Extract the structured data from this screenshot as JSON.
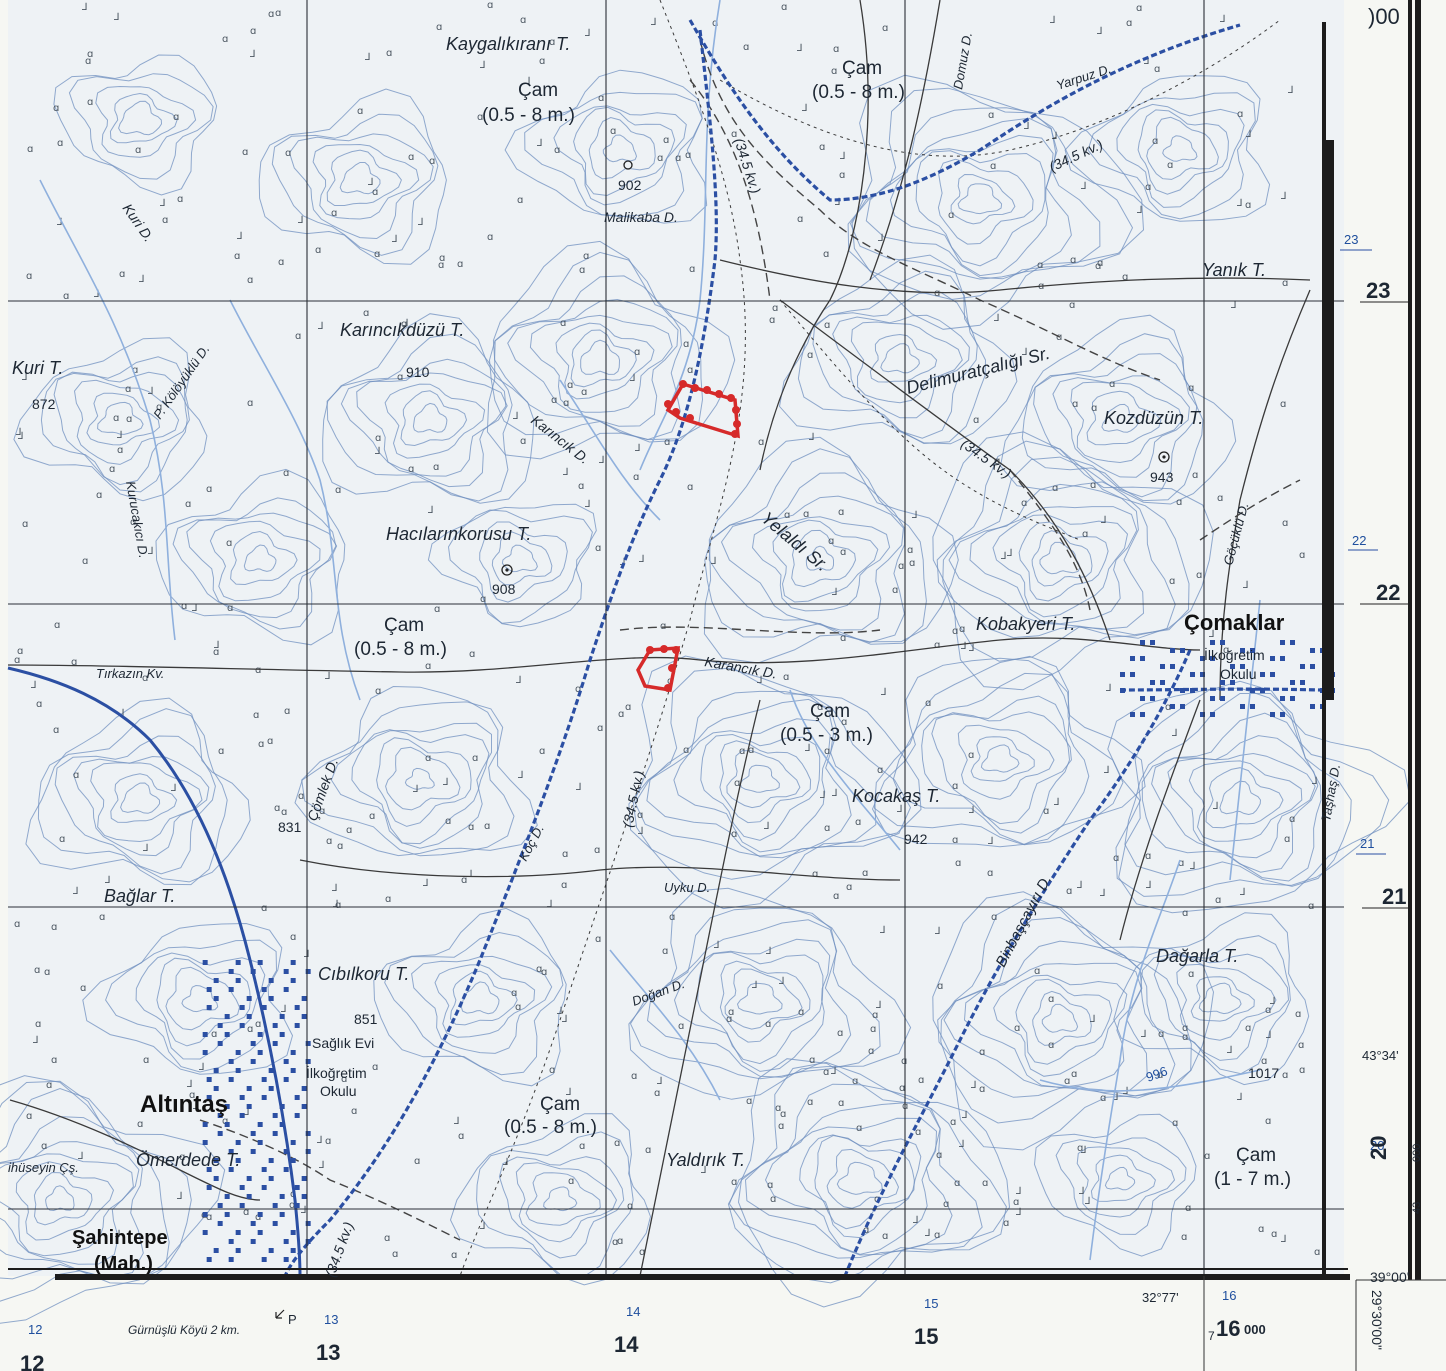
{
  "map": {
    "corner_label_top_right": ")00",
    "grid_easting_labels_bottom_large": [
      "12",
      "13",
      "14",
      "15"
    ],
    "grid_easting_labels_bottom_small": [
      "12",
      "13",
      "14",
      "15",
      "16"
    ],
    "easting_full": "16",
    "easting_prefix": "7",
    "easting_suffix": "000",
    "grid_northing_labels_right_large": [
      "23",
      "22",
      "21"
    ],
    "grid_northing_labels_right_small": [
      "23",
      "22",
      "21",
      "20"
    ],
    "northing_full": "20",
    "northing_prefix": "43",
    "northing_suffix": "000",
    "coord_lat": "39°00'",
    "coord_lon": "29°30'00\"",
    "coord_mid_bottom": "32°77'",
    "coord_mid_right": "43°34'",
    "gumuslu_label": "Gürnüşlü Köyü 2 km.",
    "gumuslu_letter": "P",
    "parcels_color": "#d62a2a",
    "water_color": "#2b4fa3",
    "contour_color": "#6f8fbf"
  },
  "places": {
    "kaygalikirani": "Kaygalıkıranı T.",
    "cam_nw_1": "Çam",
    "cam_nw_1_range": "(0.5 - 8 m.)",
    "cam_ne": "Çam",
    "cam_ne_range": "(0.5 - 8 m.)",
    "domuz": "Domuz D.",
    "yarpuz": "Yarpuz D.",
    "kv_ne": "(34.5 kv.)",
    "kv_n": "(34.5 kv.)",
    "peak_902": "902",
    "malikaba": "Malikaba D.",
    "kuri_d": "Kuri D.",
    "kuri_t": "Kuri T.",
    "peak_872": "872",
    "kolo": "P. Kölöyüklü D.",
    "karincikduzu": "Karıncıkdüzü T.",
    "peak_910": "910",
    "delimurat": "Delimuratçalığı Sr.",
    "kozduzun": "Kozdüzün T.",
    "peak_943": "943",
    "yanik": "Yanık T.",
    "karincik_d_upper": "Karıncık D.",
    "kv_mid": "(34.5 kv.)",
    "haci": "Hacılarınkorusu T.",
    "peak_908": "908",
    "yelaldi": "Yelaldı Sr.",
    "gocuk": "Göçüklü D.",
    "kurucakici": "Kurucakıcı D.",
    "cam_w": "Çam",
    "cam_w_range": "(0.5 - 8 m.)",
    "kobakyeri": "Kobakyeri T.",
    "comaklar": "Çomaklar",
    "ilkogretim_c1": "İlkoğretim",
    "ilkogretim_c2": "Okulu",
    "karancik_d": "Karancık D.",
    "tirkazi": "Tırkazın Kv.",
    "cam_mid": "Çam",
    "cam_mid_range": "(0.5 - 3 m.)",
    "kv_south": "(34.5 kv.)",
    "comlek": "Çömlek D.",
    "peak_831": "831",
    "koca": "Kocakaş T.",
    "peak_942": "942",
    "tashas": "Taşhaş D.",
    "kos": "Koç D.",
    "uyku": "Uyku D.",
    "baglar": "Bağlar T.",
    "binbasi": "Binbaşçayırı D.",
    "dagarla": "Dağarla T.",
    "cibilkoru": "Cıbılkoru T.",
    "peak_851": "851",
    "dogan": "Doğan D.",
    "saglik": "Sağlık Evi",
    "ilkogretim_a1": "İlkoğretim",
    "ilkogretim_a2": "Okulu",
    "altintas": "Altıntaş",
    "peak_1017": "1017",
    "peak_996": "996",
    "cam_s": "Çam",
    "cam_s_range": "(0.5 - 8 m.)",
    "yaldirik": "Yaldırık T.",
    "omerdede": "Ömerdede T.",
    "huseyin": "ihüseyin Çş.",
    "cam_se": "Çam",
    "cam_se_range": "(1 - 7 m.)",
    "sahintepe": "Şahintepe",
    "mah": "(Mah.)",
    "kv_bottom": "(34.5 kv.)"
  }
}
